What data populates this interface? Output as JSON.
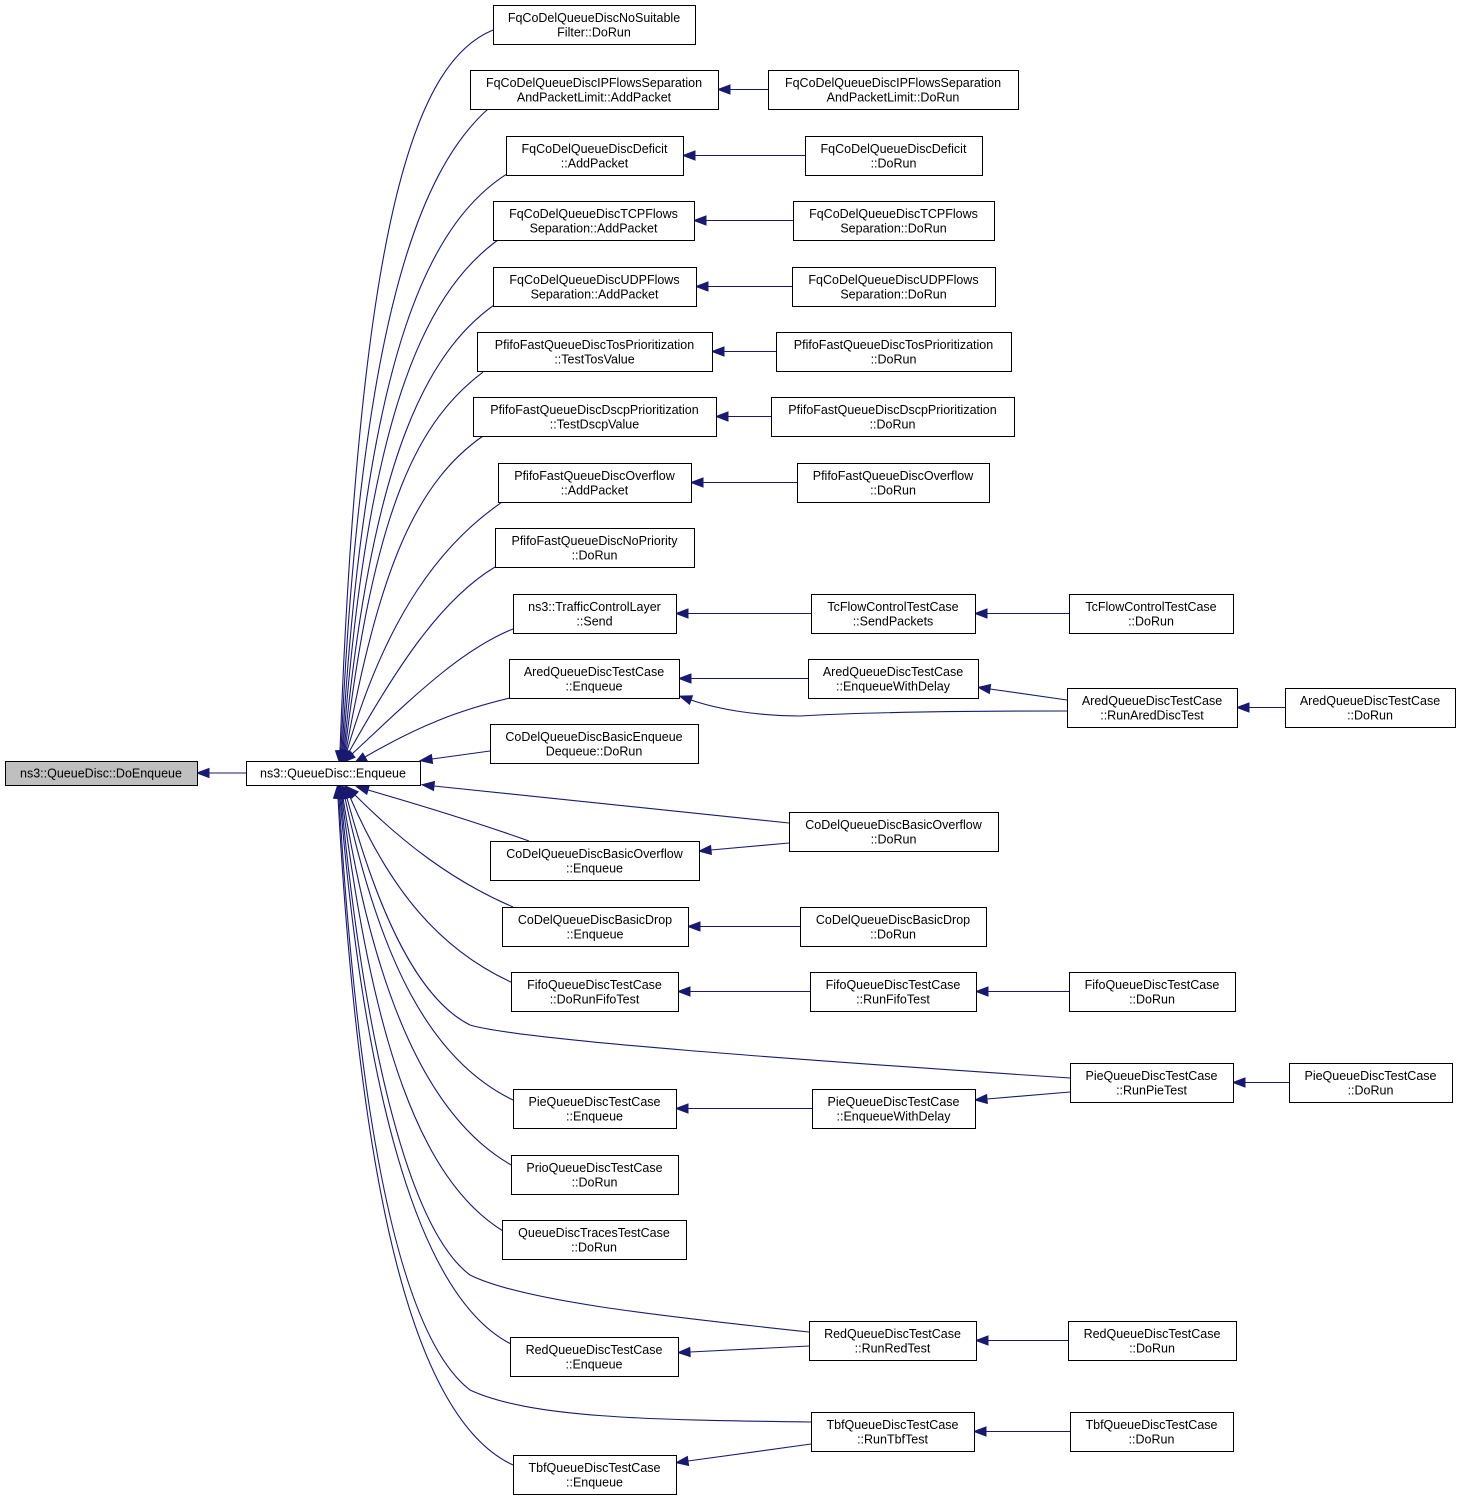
{
  "colors": {
    "edge": "#191970",
    "root_fill": "#bfbfbf",
    "node_fill": "#ffffff",
    "node_border": "#000000"
  },
  "nodes": [
    {
      "id": "doenqueue",
      "lines": [
        "ns3::QueueDisc::DoEnqueue"
      ]
    },
    {
      "id": "enqueue",
      "lines": [
        "ns3::QueueDisc::Enqueue"
      ]
    },
    {
      "id": "fq-nosuitable",
      "lines": [
        "FqCoDelQueueDiscNoSuitable",
        "Filter::DoRun"
      ]
    },
    {
      "id": "fq-ipflows-add",
      "lines": [
        "FqCoDelQueueDiscIPFlowsSeparation",
        "AndPacketLimit::AddPacket"
      ]
    },
    {
      "id": "fq-ipflows-run",
      "lines": [
        "FqCoDelQueueDiscIPFlowsSeparation",
        "AndPacketLimit::DoRun"
      ]
    },
    {
      "id": "fq-deficit-add",
      "lines": [
        "FqCoDelQueueDiscDeficit",
        "::AddPacket"
      ]
    },
    {
      "id": "fq-deficit-run",
      "lines": [
        "FqCoDelQueueDiscDeficit",
        "::DoRun"
      ]
    },
    {
      "id": "fq-tcp-add",
      "lines": [
        "FqCoDelQueueDiscTCPFlows",
        "Separation::AddPacket"
      ]
    },
    {
      "id": "fq-tcp-run",
      "lines": [
        "FqCoDelQueueDiscTCPFlows",
        "Separation::DoRun"
      ]
    },
    {
      "id": "fq-udp-add",
      "lines": [
        "FqCoDelQueueDiscUDPFlows",
        "Separation::AddPacket"
      ]
    },
    {
      "id": "fq-udp-run",
      "lines": [
        "FqCoDelQueueDiscUDPFlows",
        "Separation::DoRun"
      ]
    },
    {
      "id": "pf-tos-test",
      "lines": [
        "PfifoFastQueueDiscTosPrioritization",
        "::TestTosValue"
      ]
    },
    {
      "id": "pf-tos-run",
      "lines": [
        "PfifoFastQueueDiscTosPrioritization",
        "::DoRun"
      ]
    },
    {
      "id": "pf-dscp-test",
      "lines": [
        "PfifoFastQueueDiscDscpPrioritization",
        "::TestDscpValue"
      ]
    },
    {
      "id": "pf-dscp-run",
      "lines": [
        "PfifoFastQueueDiscDscpPrioritization",
        "::DoRun"
      ]
    },
    {
      "id": "pf-overflow-add",
      "lines": [
        "PfifoFastQueueDiscOverflow",
        "::AddPacket"
      ]
    },
    {
      "id": "pf-overflow-run",
      "lines": [
        "PfifoFastQueueDiscOverflow",
        "::DoRun"
      ]
    },
    {
      "id": "pf-nopriority-run",
      "lines": [
        "PfifoFastQueueDiscNoPriority",
        "::DoRun"
      ]
    },
    {
      "id": "tcl-send",
      "lines": [
        "ns3::TrafficControlLayer",
        "::Send"
      ]
    },
    {
      "id": "tc-sendpackets",
      "lines": [
        "TcFlowControlTestCase",
        "::SendPackets"
      ]
    },
    {
      "id": "tc-run",
      "lines": [
        "TcFlowControlTestCase",
        "::DoRun"
      ]
    },
    {
      "id": "ared-enqueue",
      "lines": [
        "AredQueueDiscTestCase",
        "::Enqueue"
      ]
    },
    {
      "id": "ared-withdelay",
      "lines": [
        "AredQueueDiscTestCase",
        "::EnqueueWithDelay"
      ]
    },
    {
      "id": "ared-runtest",
      "lines": [
        "AredQueueDiscTestCase",
        "::RunAredDiscTest"
      ]
    },
    {
      "id": "ared-run",
      "lines": [
        "AredQueueDiscTestCase",
        "::DoRun"
      ]
    },
    {
      "id": "codel-basicenq-run",
      "lines": [
        "CoDelQueueDiscBasicEnqueue",
        "Dequeue::DoRun"
      ]
    },
    {
      "id": "codel-overflow-run",
      "lines": [
        "CoDelQueueDiscBasicOverflow",
        "::DoRun"
      ]
    },
    {
      "id": "codel-overflow-enq",
      "lines": [
        "CoDelQueueDiscBasicOverflow",
        "::Enqueue"
      ]
    },
    {
      "id": "codel-drop-enq",
      "lines": [
        "CoDelQueueDiscBasicDrop",
        "::Enqueue"
      ]
    },
    {
      "id": "codel-drop-run",
      "lines": [
        "CoDelQueueDiscBasicDrop",
        "::DoRun"
      ]
    },
    {
      "id": "fifo-dorunfifo",
      "lines": [
        "FifoQueueDiscTestCase",
        "::DoRunFifoTest"
      ]
    },
    {
      "id": "fifo-runfifo",
      "lines": [
        "FifoQueueDiscTestCase",
        "::RunFifoTest"
      ]
    },
    {
      "id": "fifo-run",
      "lines": [
        "FifoQueueDiscTestCase",
        "::DoRun"
      ]
    },
    {
      "id": "pie-runtest",
      "lines": [
        "PieQueueDiscTestCase",
        "::RunPieTest"
      ]
    },
    {
      "id": "pie-run",
      "lines": [
        "PieQueueDiscTestCase",
        "::DoRun"
      ]
    },
    {
      "id": "pie-enqueue",
      "lines": [
        "PieQueueDiscTestCase",
        "::Enqueue"
      ]
    },
    {
      "id": "pie-withdelay",
      "lines": [
        "PieQueueDiscTestCase",
        "::EnqueueWithDelay"
      ]
    },
    {
      "id": "prio-run",
      "lines": [
        "PrioQueueDiscTestCase",
        "::DoRun"
      ]
    },
    {
      "id": "traces-run",
      "lines": [
        "QueueDiscTracesTestCase",
        "::DoRun"
      ]
    },
    {
      "id": "red-runtest",
      "lines": [
        "RedQueueDiscTestCase",
        "::RunRedTest"
      ]
    },
    {
      "id": "red-run",
      "lines": [
        "RedQueueDiscTestCase",
        "::DoRun"
      ]
    },
    {
      "id": "red-enqueue",
      "lines": [
        "RedQueueDiscTestCase",
        "::Enqueue"
      ]
    },
    {
      "id": "tbf-runtest",
      "lines": [
        "TbfQueueDiscTestCase",
        "::RunTbfTest"
      ]
    },
    {
      "id": "tbf-run",
      "lines": [
        "TbfQueueDiscTestCase",
        "::DoRun"
      ]
    },
    {
      "id": "tbf-enqueue",
      "lines": [
        "TbfQueueDiscTestCase",
        "::Enqueue"
      ]
    }
  ],
  "edges": [
    {
      "from": "enqueue",
      "to": "doenqueue"
    },
    {
      "from": "fq-nosuitable",
      "to": "enqueue"
    },
    {
      "from": "fq-ipflows-add",
      "to": "enqueue"
    },
    {
      "from": "fq-deficit-add",
      "to": "enqueue"
    },
    {
      "from": "fq-tcp-add",
      "to": "enqueue"
    },
    {
      "from": "fq-udp-add",
      "to": "enqueue"
    },
    {
      "from": "pf-tos-test",
      "to": "enqueue"
    },
    {
      "from": "pf-dscp-test",
      "to": "enqueue"
    },
    {
      "from": "pf-overflow-add",
      "to": "enqueue"
    },
    {
      "from": "pf-nopriority-run",
      "to": "enqueue"
    },
    {
      "from": "tcl-send",
      "to": "enqueue"
    },
    {
      "from": "ared-enqueue",
      "to": "enqueue"
    },
    {
      "from": "codel-basicenq-run",
      "to": "enqueue"
    },
    {
      "from": "codel-overflow-run",
      "to": "enqueue"
    },
    {
      "from": "codel-overflow-enq",
      "to": "enqueue"
    },
    {
      "from": "codel-drop-enq",
      "to": "enqueue"
    },
    {
      "from": "fifo-dorunfifo",
      "to": "enqueue"
    },
    {
      "from": "pie-runtest",
      "to": "enqueue"
    },
    {
      "from": "pie-enqueue",
      "to": "enqueue"
    },
    {
      "from": "prio-run",
      "to": "enqueue"
    },
    {
      "from": "traces-run",
      "to": "enqueue"
    },
    {
      "from": "red-runtest",
      "to": "enqueue"
    },
    {
      "from": "red-enqueue",
      "to": "enqueue"
    },
    {
      "from": "tbf-runtest",
      "to": "enqueue"
    },
    {
      "from": "tbf-enqueue",
      "to": "enqueue"
    },
    {
      "from": "fq-ipflows-run",
      "to": "fq-ipflows-add"
    },
    {
      "from": "fq-deficit-run",
      "to": "fq-deficit-add"
    },
    {
      "from": "fq-tcp-run",
      "to": "fq-tcp-add"
    },
    {
      "from": "fq-udp-run",
      "to": "fq-udp-add"
    },
    {
      "from": "pf-tos-run",
      "to": "pf-tos-test"
    },
    {
      "from": "pf-dscp-run",
      "to": "pf-dscp-test"
    },
    {
      "from": "pf-overflow-run",
      "to": "pf-overflow-add"
    },
    {
      "from": "tc-sendpackets",
      "to": "tcl-send"
    },
    {
      "from": "tc-run",
      "to": "tc-sendpackets"
    },
    {
      "from": "ared-withdelay",
      "to": "ared-enqueue"
    },
    {
      "from": "ared-runtest",
      "to": "ared-enqueue"
    },
    {
      "from": "ared-runtest",
      "to": "ared-withdelay"
    },
    {
      "from": "ared-run",
      "to": "ared-runtest"
    },
    {
      "from": "codel-overflow-run",
      "to": "codel-overflow-enq"
    },
    {
      "from": "codel-drop-run",
      "to": "codel-drop-enq"
    },
    {
      "from": "fifo-runfifo",
      "to": "fifo-dorunfifo"
    },
    {
      "from": "fifo-run",
      "to": "fifo-runfifo"
    },
    {
      "from": "pie-run",
      "to": "pie-runtest"
    },
    {
      "from": "pie-withdelay",
      "to": "pie-enqueue"
    },
    {
      "from": "pie-runtest",
      "to": "pie-withdelay"
    },
    {
      "from": "red-runtest",
      "to": "red-enqueue"
    },
    {
      "from": "red-run",
      "to": "red-runtest"
    },
    {
      "from": "tbf-runtest",
      "to": "tbf-enqueue"
    },
    {
      "from": "tbf-run",
      "to": "tbf-runtest"
    }
  ]
}
